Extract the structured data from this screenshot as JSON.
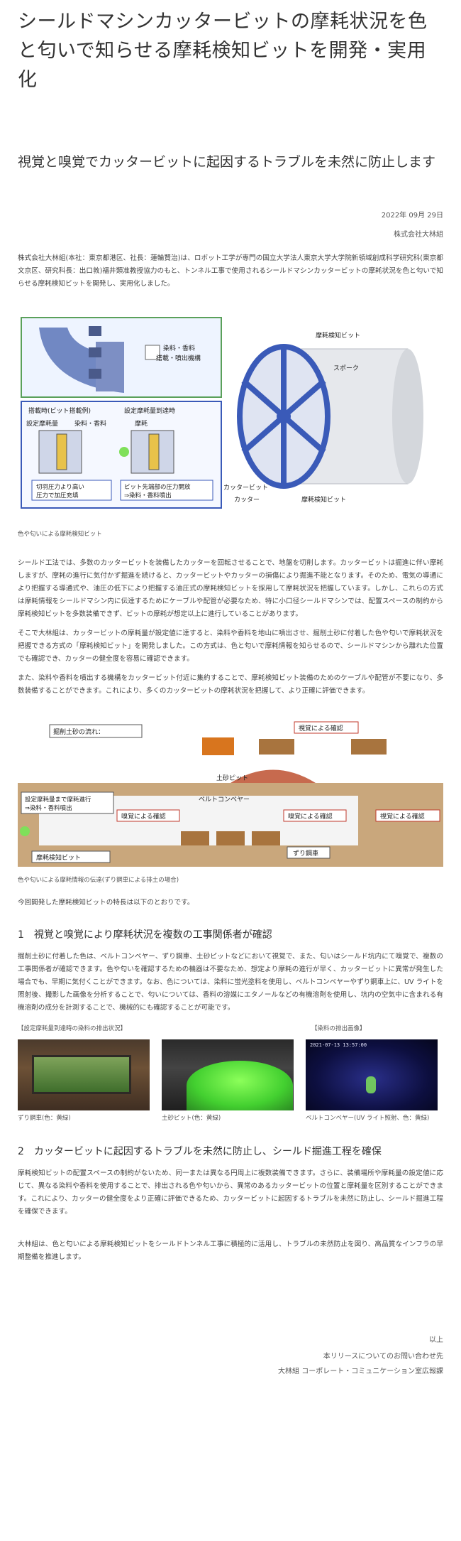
{
  "article": {
    "title": "シールドマシンカッタービットの摩耗状況を色と匂いで知らせる摩耗検知ビットを開発・実用化",
    "subtitle": "視覚と嗅覚でカッタービットに起因するトラブルを未然に防止します",
    "date": "2022年 09月 29日",
    "company": "株式会社大林組",
    "lead": "株式会社大林組(本社：東京都港区、社長：蓮輪賢治)は、ロボット工学が専門の国立大学法人東京大学大学院新領域創成科学研究科(東京都文京区、研究科長：出口敦)福井類准教授協力のもと、トンネル工事で使用されるシールドマシンカッタービットの摩耗状況を色と匂いで知らせる摩耗検知ビットを開発し、実用化しました。"
  },
  "figure1": {
    "caption": "色や匂いによる摩耗検知ビット",
    "labels": {
      "dye": "染料・香料",
      "mount": "搭載・噴出機構",
      "when_mounted": "搭載時(ビット搭載例)",
      "set_wear": "設定摩耗量",
      "dye2": "染料・香料",
      "pressure": "切羽圧力より高い\n圧力で加圧充填",
      "at_wear": "設定摩耗量到達時",
      "wear": "摩耗",
      "release": "ビット先端部の圧力開放\n⇒染料・香料噴出",
      "wear_bit": "摩耗検知ビット",
      "spoke": "スポーク",
      "cutter_bit": "カッタービット",
      "cutter": "カッター",
      "wear_bit2": "摩耗検知ビット"
    }
  },
  "section_intro": {
    "p1": "シールド工法では、多数のカッタービットを装備したカッターを回転させることで、地盤を切削します。カッタービットは掘進に伴い摩耗しますが、摩耗の進行に気付かず掘進を続けると、カッタービットやカッターの損傷により掘進不能となります。そのため、電気の導通により把握する導通式や、油圧の低下により把握する油圧式の摩耗検知ビットを採用して摩耗状況を把握しています。しかし、これらの方式は摩耗情報をシールドマシン内に伝達するためにケーブルや配管が必要なため、特に小口径シールドマシンでは、配置スペースの制約から摩耗検知ビットを多数装備できず、ビットの摩耗が想定以上に進行していることがあります。",
    "p2": "そこで大林組は、カッタービットの摩耗量が設定値に達すると、染料や香料を地山に噴出させ、掘削土砂に付着した色や匂いで摩耗状況を把握できる方式の「摩耗検知ビット」を開発しました。この方式は、色と匂いで摩耗情報を知らせるので、シールドマシンから離れた位置でも確認でき、カッターの健全度を容易に確認できます。",
    "p3": "また、染料や香料を噴出する機構をカッタービット付近に集約することで、摩耗検知ビット装備のためのケーブルや配管が不要になり、多数装備することができます。これにより、多くのカッタービットの摩耗状況を把握して、より正確に評価できます。"
  },
  "figure2": {
    "caption": "色や匂いによる摩耗情報の伝達(ずり鋼車による排土の場合)",
    "labels": {
      "flow": "掘削土砂の流れ：",
      "visual_top": "視覚による確認",
      "soil_pit": "土砂ピット",
      "set_reach": "設定摩耗量まで摩耗進行\n⇒染料・香料噴出",
      "belt": "ベルトコンベヤー",
      "smell": "嗅覚による確認",
      "smell2": "嗅覚による確認",
      "visual_right": "視覚による確認",
      "wear_bit": "摩耗検知ビット",
      "car": "ずり鋼車"
    }
  },
  "features_intro": "今回開発した摩耗検知ビットの特長は以下のとおりです。",
  "section1": {
    "heading": "1　視覚と嗅覚により摩耗状況を複数の工事関係者が確認",
    "body": "掘削土砂に付着した色は、ベルトコンベヤー、ずり鋼車、土砂ピットなどにおいて視覚で、また、匂いはシールド坑内にて嗅覚で、複数の工事関係者が確認できます。色や匂いを確認するための機器は不要なため、想定より摩耗の進行が早く、カッタービットに異常が発生した場合でも、早期に気付くことができます。なお、色については、染料に蛍光塗料を使用し、ベルトコンベヤーやずり鋼車上に、UV ライトを照射後、撮影した画像を分析することで、匂いについては、香料の溶媒にエタノールなどの有機溶剤を使用し、坑内の空気中に含まれる有機溶剤の成分を計測することで、機械的にも確認することが可能です。",
    "head_left": "【設定摩耗量到達時の染料の排出状況】",
    "head_right": "【染料の排出画像】",
    "photo1_caption": "ずり鋼車(色：黄緑)",
    "photo2_caption": "土砂ピット(色：黄緑)",
    "photo3_caption": "ベルトコンベヤー(UV ライト照射、色：黄緑)",
    "photo3_stamp": "2021-07-13  13:57:00"
  },
  "section2": {
    "heading": "2　カッタービットに起因するトラブルを未然に防止し、シールド掘進工程を確保",
    "body": "摩耗検知ビットの配置スペースの制約がないため、同一または異なる円周上に複数装備できます。さらに、装備場所や摩耗量の設定値に応じて、異なる染料や香料を使用することで、排出される色や匂いから、異常のあるカッタービットの位置と摩耗量を区別することができます。これにより、カッターの健全度をより正確に評価できるため、カッタービットに起因するトラブルを未然に防止し、シールド掘進工程を確保できます。"
  },
  "closing": "大林組は、色と匂いによる摩耗検知ビットをシールドトンネル工事に積極的に活用し、トラブルの未然防止を図り、高品質なインフラの早期整備を推進します。",
  "footer": {
    "end": "以上",
    "contact": "本リリースについてのお問い合わせ先",
    "dept": "大林組 コーポレート・コミュニケーション室広報課"
  },
  "colors": {
    "accent_red": "#c0392b",
    "fig_green": "#3a8a3a",
    "fig_blue": "#2c4a9a",
    "dye_green": "#7fe05a"
  }
}
